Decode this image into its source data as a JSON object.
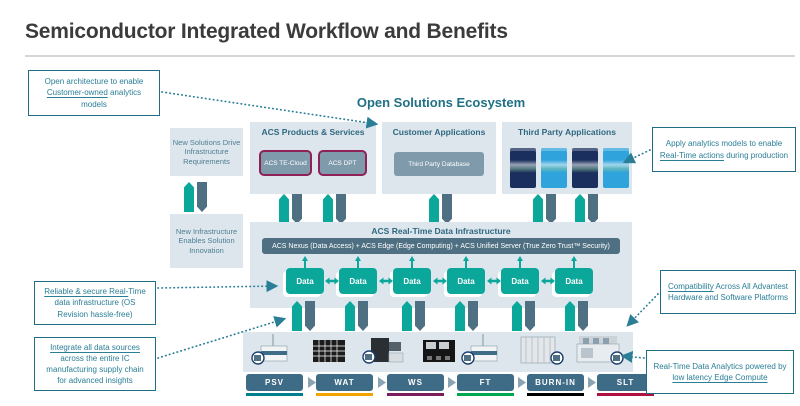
{
  "page": {
    "title": "Semiconductor Integrated Workflow and Benefits"
  },
  "diagram": {
    "title": "Open Solutions Ecosystem",
    "left_column": {
      "top_label": "New Solutions Drive Infrastructure Requirements",
      "bottom_label": "New Infrastructure Enables Solution Innovation"
    },
    "columns": [
      {
        "header": "ACS Products & Services",
        "products": [
          "ACS TE-Cloud",
          "ACS DPT"
        ]
      },
      {
        "header": "Customer Applications",
        "box": "Third Party Database"
      },
      {
        "header": "Third Party Applications",
        "card_colors": [
          "#1b2f5e",
          "#2ea3dc",
          "#1b2f5e",
          "#2ea3dc"
        ]
      }
    ],
    "rtdi": {
      "header": "ACS Real-Time Data Infrastructure",
      "bar": "ACS Nexus (Data Access) + ACS Edge (Edge Computing) + ACS Unified Server (True Zero Trust™ Security)",
      "data_nodes": [
        "Data",
        "Data",
        "Data",
        "Data",
        "Data",
        "Data"
      ]
    },
    "equipment_icons": [
      "psv-tester-icon",
      "wat-rack-icon",
      "ws-prober-icon",
      "ft-tester-icon",
      "inline-tester-icon",
      "burn-in-chamber-icon",
      "slt-handler-icon"
    ],
    "process_steps": [
      {
        "label": "PSV",
        "color": "#007f8f"
      },
      {
        "label": "WAT",
        "color": "#f5a300"
      },
      {
        "label": "WS",
        "color": "#7a1f5d"
      },
      {
        "label": "FT",
        "color": "#00a651"
      },
      {
        "label": "BURN-IN",
        "color": "#000000"
      },
      {
        "label": "SLT",
        "color": "#b01240"
      }
    ]
  },
  "callouts": {
    "open_architecture": {
      "pre": "Open architecture to enable ",
      "u": "Customer-owned",
      "post": " analytics models"
    },
    "reliable_secure": {
      "pre": "",
      "u": "Reliable & secure Real-",
      "post": "Time data infrastructure (OS Revision hassle-free)"
    },
    "integrate_sources": {
      "pre": "",
      "u": "Integrate all data sources",
      "post": " across the entire IC manufacturing supply chain for advanced insights"
    },
    "apply_models": {
      "pre": "Apply analytics models to enable ",
      "u": "Real-Time actions",
      "post": " during production"
    },
    "compatibility": {
      "pre": "",
      "u": "Compatibility",
      "post": " Across All Advantest Hardware and Software Platforms"
    },
    "edge_compute": {
      "pre": "Real-Time Data Analytics powered by ",
      "u": "low latency Edge Compute",
      "post": ""
    }
  },
  "colors": {
    "accent_teal_text": "#2a7e96",
    "callout_border": "#1f6e84",
    "panel_bg": "#dce6ec",
    "data_teal": "#0ba79b",
    "slate": "#4f7082",
    "product_fill": "#7f9aab",
    "product_border": "#8e2157",
    "step_fill": "#3e6b85",
    "title_text": "#3b3b3b"
  }
}
